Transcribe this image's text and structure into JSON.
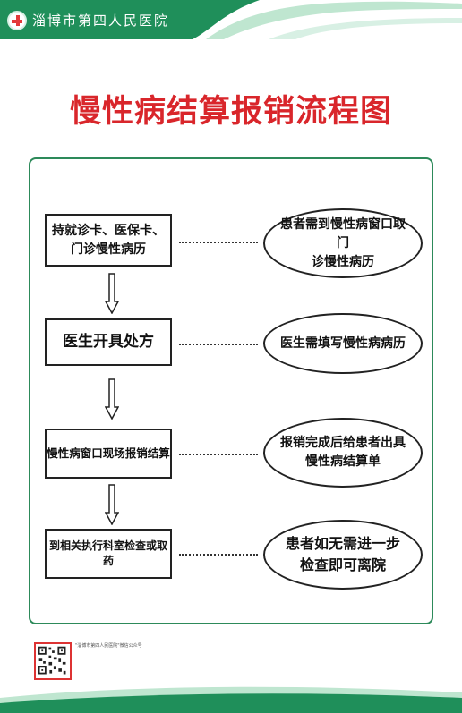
{
  "header": {
    "hospital_name": "淄博市第四人民医院",
    "logo_icon": "hospital-cross-icon",
    "color_primary": "#1f8f5a",
    "color_light": "#bfe6d0"
  },
  "title": "慢性病结算报销流程图",
  "colors": {
    "title": "#d9262b",
    "frame": "#2d8a5a"
  },
  "flow": {
    "steps": [
      {
        "lines": [
          "持就诊卡、医保卡、",
          "门诊慢性病历"
        ]
      },
      {
        "lines": [
          "医生开具处方"
        ]
      },
      {
        "lines": [
          "慢性病窗口现场报销结算"
        ]
      },
      {
        "lines": [
          "到相关执行科室检查或取药"
        ]
      }
    ],
    "notes": [
      {
        "lines": [
          "患者需到慢性病窗口取门",
          "诊慢性病历"
        ]
      },
      {
        "lines": [
          "医生需填写慢性病病历"
        ]
      },
      {
        "lines": [
          "报销完成后给患者出具",
          "慢性病结算单"
        ]
      },
      {
        "lines": [
          "患者如无需进一步",
          "检查即可离院"
        ]
      }
    ]
  },
  "footer": {
    "qr_icon": "qr-code-icon",
    "qr_caption": "\"淄博市第四人民医院\"微信公众号"
  }
}
